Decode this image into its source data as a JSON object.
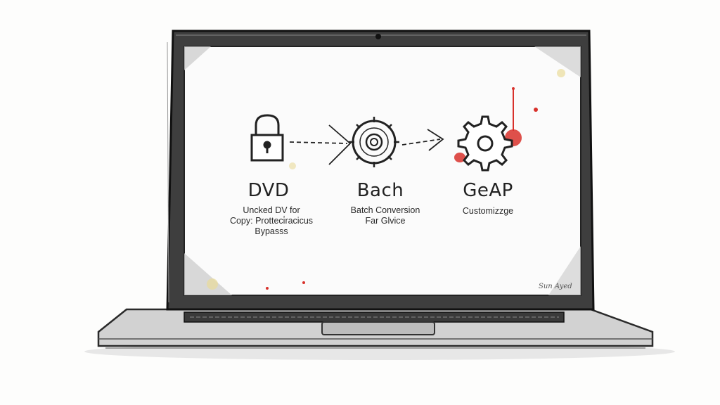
{
  "columns": [
    {
      "id": "dvd",
      "title": "DVD",
      "desc_lines": [
        "Uncked DV for",
        "Copy: Protteci̇racicus",
        "Bypasss"
      ],
      "icon": "padlock-icon"
    },
    {
      "id": "batch",
      "title": "Bach",
      "desc_lines": [
        "Batch Conversion",
        "Far Glvice"
      ],
      "icon": "disc-gear-icon"
    },
    {
      "id": "gear",
      "title": "GeAP",
      "desc_lines": [
        "Customizzge"
      ],
      "icon": "gear-icon"
    }
  ],
  "arrows": [
    "arrow-right-icon",
    "arrow-right-icon"
  ],
  "signature": "Sun Ayed",
  "colors": {
    "ink": "#222222",
    "accent_red": "#d8312b",
    "stain_yellow": "#eadb9a",
    "bezel": "#3c3c3c",
    "body": "#c9c9c9"
  }
}
